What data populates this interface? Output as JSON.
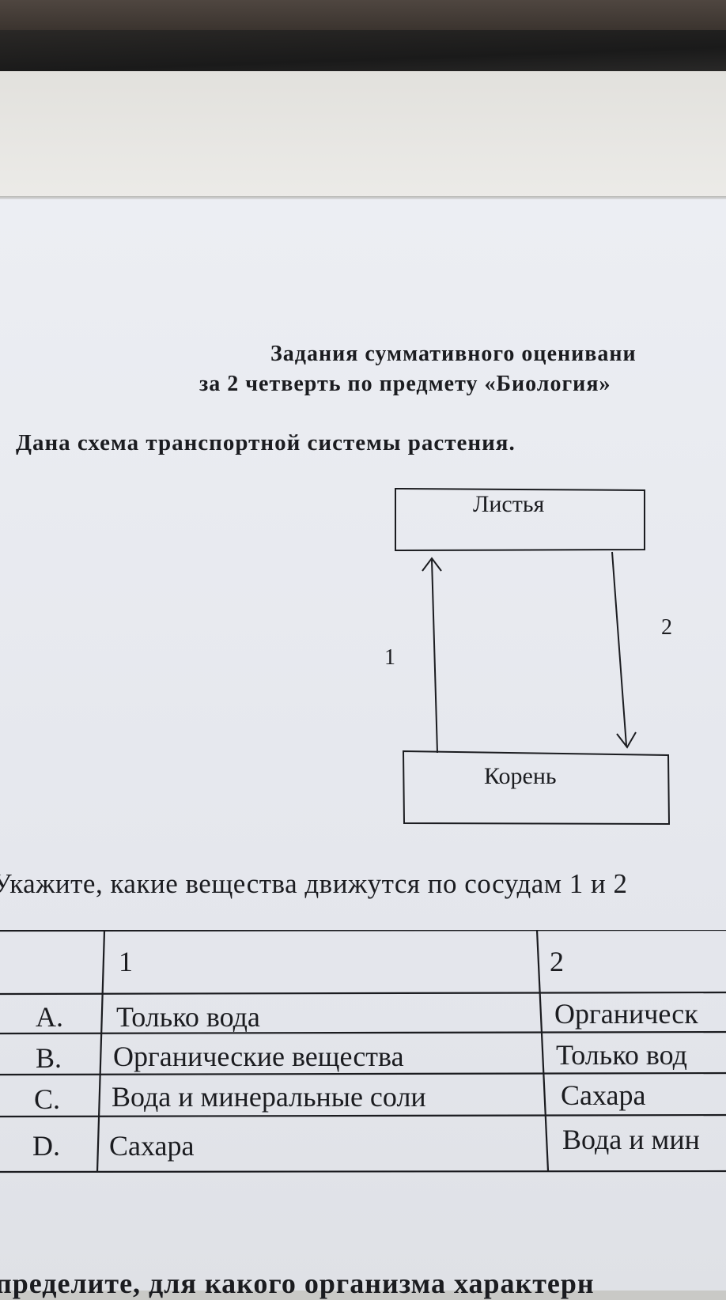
{
  "header": {
    "title_line1": "Задания суммативного оценивани",
    "title_line2": "за 2 четверть по предмету «Биология»"
  },
  "task1": {
    "prompt": "Дана схема транспортной системы растения.",
    "diagram": {
      "top_box": "Листья",
      "bottom_box": "Корень",
      "arrow1_label": "1",
      "arrow2_label": "2"
    },
    "question": "Укажите, какие вещества движутся по сосудам 1 и 2",
    "table": {
      "headers": [
        "",
        "1",
        "2"
      ],
      "rows": [
        {
          "option": "A.",
          "col1": "Только вода",
          "col2": "Органическ"
        },
        {
          "option": "B.",
          "col1": "Органические вещества",
          "col2": "Только вод"
        },
        {
          "option": "C.",
          "col1": "Вода и минеральные соли",
          "col2": "Сахара"
        },
        {
          "option": "D.",
          "col1": "Сахара",
          "col2": "Вода и мин"
        }
      ]
    }
  },
  "task2": {
    "prompt": "пределите, для какого организма характерн"
  }
}
